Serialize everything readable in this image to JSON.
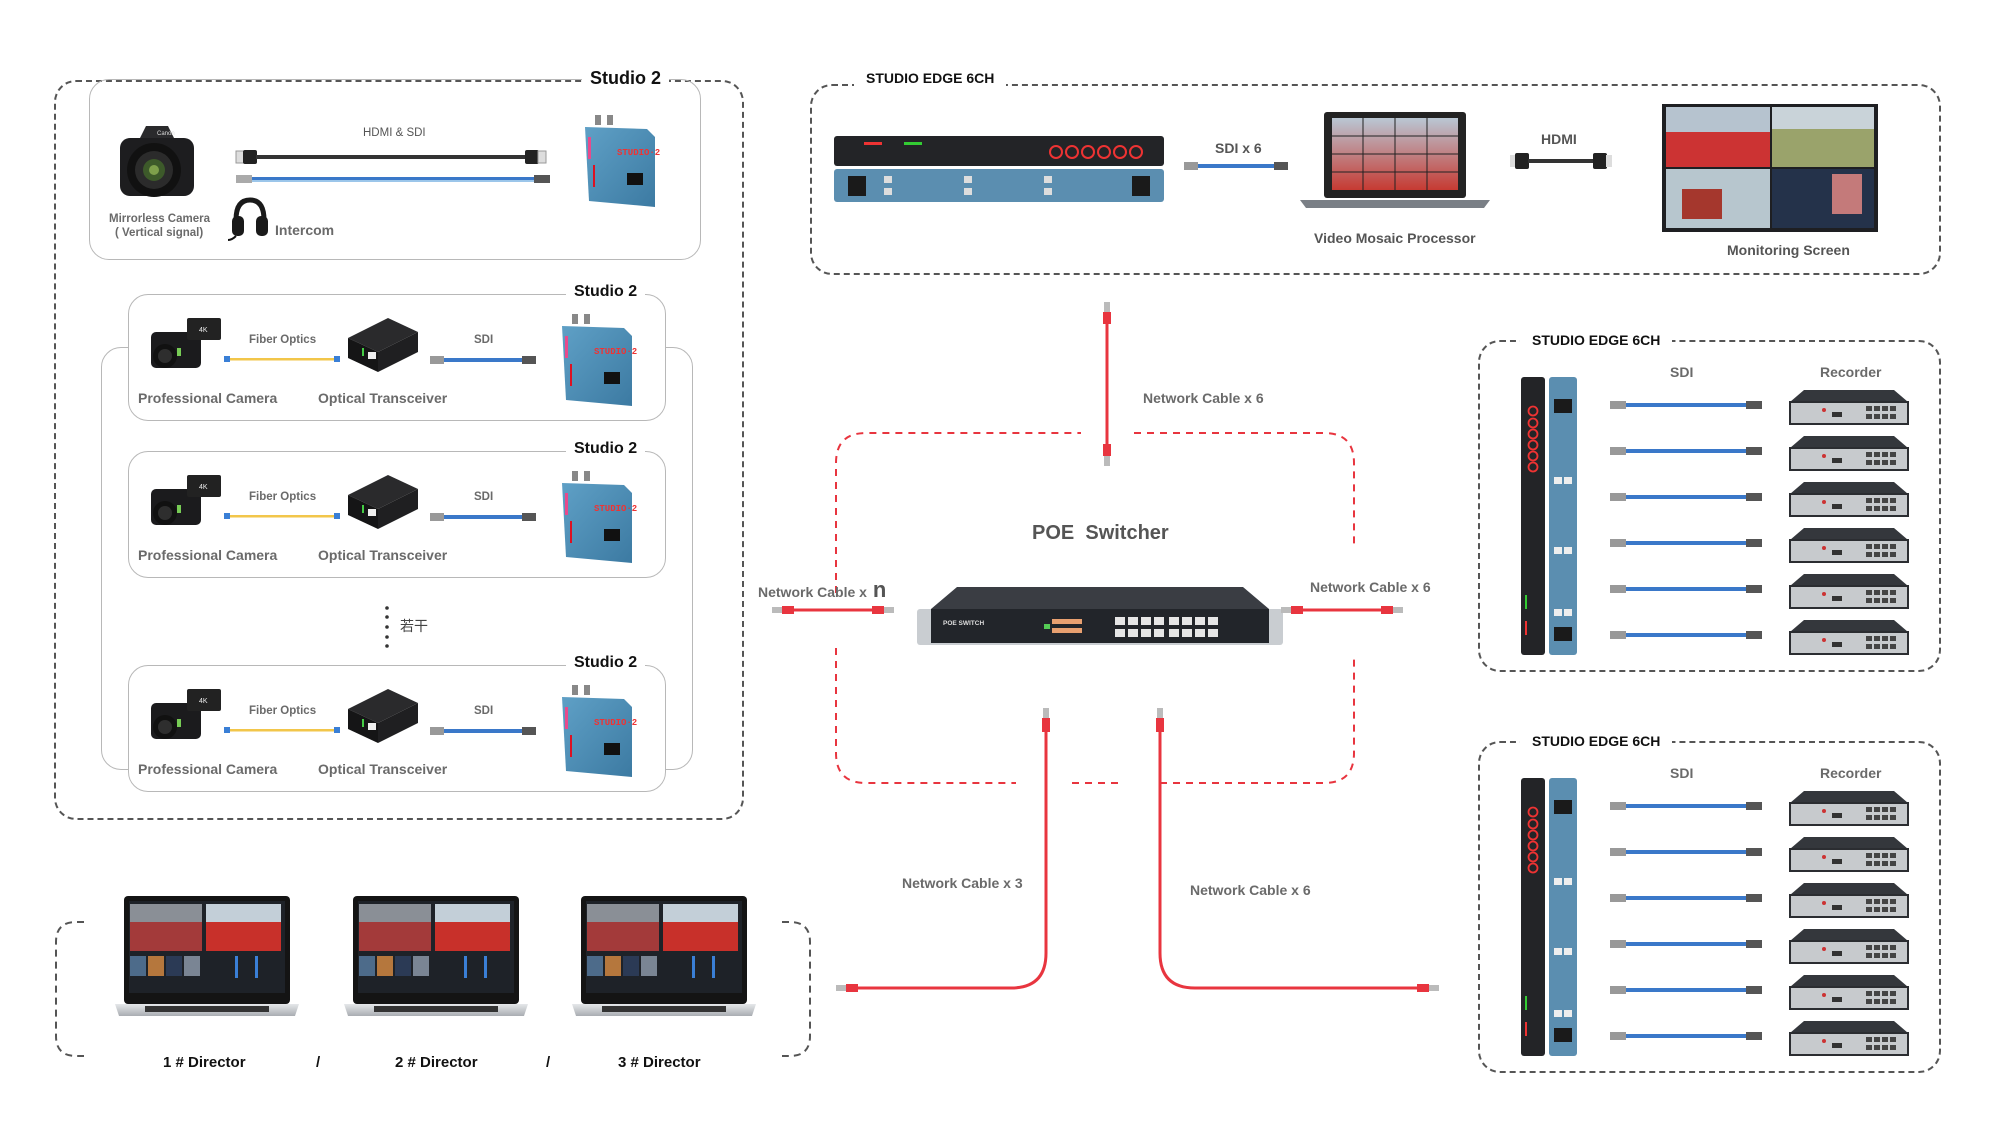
{
  "diagram_title": "Studio Edge 6CH Broadcast System Topology",
  "studio_top": {
    "title": "Studio 2",
    "camera_label_line1": "Mirrorless Camera",
    "camera_label_line2": "( Vertical signal)",
    "cable_label": "HDMI & SDI",
    "intercom_label": "Intercom",
    "device_text": "STUDIO·2"
  },
  "studio_group": {
    "more_label": "若干",
    "studios": [
      {
        "title": "Studio 2",
        "camera_label": "Professional Camera",
        "fiber_label": "Fiber Optics",
        "transceiver_label": "Optical Transceiver",
        "sdi_label": "SDI",
        "device_text": "STUDIO·2"
      },
      {
        "title": "Studio 2",
        "camera_label": "Professional Camera",
        "fiber_label": "Fiber Optics",
        "transceiver_label": "Optical Transceiver",
        "sdi_label": "SDI",
        "device_text": "STUDIO·2"
      },
      {
        "title": "Studio 2",
        "camera_label": "Professional Camera",
        "fiber_label": "Fiber Optics",
        "transceiver_label": "Optical Transceiver",
        "sdi_label": "SDI",
        "device_text": "STUDIO·2"
      }
    ]
  },
  "mosaic_panel": {
    "title": "STUDIO EDGE 6CH",
    "sdi_label": "SDI x 6",
    "processor_label": "Video Mosaic Processor",
    "hdmi_label": "HDMI",
    "monitor_label": "Monitoring Screen"
  },
  "poe": {
    "title": "POE  Switcher",
    "device_text": "POE SWITCH",
    "cable_top": "Network Cable x 6",
    "cable_left_prefix": "Network Cable x",
    "cable_left_count": "n",
    "cable_right": "Network Cable x 6",
    "cable_bottom_left": "Network Cable x 3",
    "cable_bottom_right": "Network Cable x 6"
  },
  "recorder_panels": [
    {
      "title": "STUDIO EDGE 6CH",
      "sdi_label": "SDI",
      "recorder_label": "Recorder",
      "channels": 6
    },
    {
      "title": "STUDIO EDGE 6CH",
      "sdi_label": "SDI",
      "recorder_label": "Recorder",
      "channels": 6
    }
  ],
  "directors": {
    "items": [
      "1 # Director",
      "2 # Director",
      "3 # Director"
    ],
    "separator": "/"
  },
  "colors": {
    "network_cable": "#e8353f",
    "sdi_cable": "#3a78c9",
    "fiber_cable": "#f2c64a",
    "dashed_border": "#555555",
    "studio_device": "#4e8db3"
  }
}
